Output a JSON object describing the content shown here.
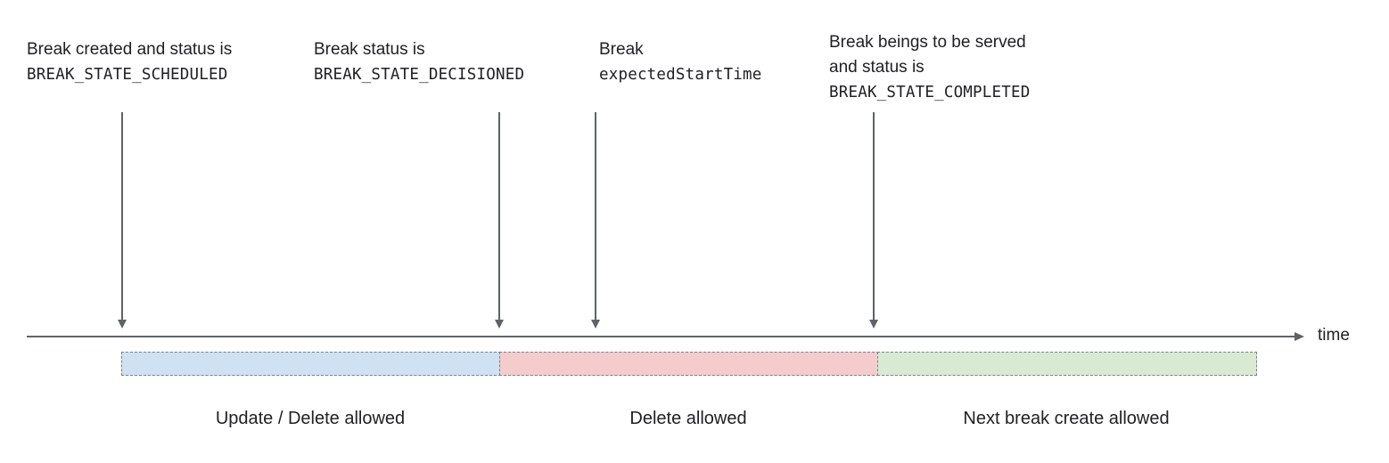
{
  "diagram": {
    "annotations": {
      "scheduled": {
        "line1": "Break created and status is",
        "code": "BREAK_STATE_SCHEDULED"
      },
      "decisioned": {
        "line1": "Break status is",
        "code": "BREAK_STATE_DECISIONED"
      },
      "expected_start": {
        "line1": "Break",
        "code": "expectedStartTime"
      },
      "completed": {
        "line1": "Break beings to be served",
        "line2": "and status is",
        "code": "BREAK_STATE_COMPLETED"
      }
    },
    "timeline": {
      "axis_label": "time",
      "line_color": "#5f6368"
    },
    "segments": {
      "update_delete": {
        "label": "Update / Delete allowed",
        "color": "#cfe2f3"
      },
      "delete_only": {
        "label": "Delete allowed",
        "color": "#f4cccc"
      },
      "next_break": {
        "label": "Next break create allowed",
        "color": "#d9ead3"
      }
    }
  }
}
